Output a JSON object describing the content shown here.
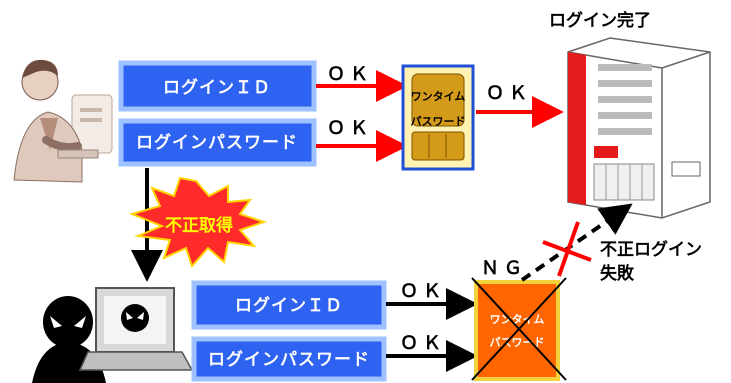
{
  "top": {
    "login_id": "ログインＩＤ",
    "login_password": "ログインパスワード",
    "ok_id": "ＯＫ",
    "ok_password": "ＯＫ",
    "otp_line1": "ワンタイム",
    "otp_line2": "パスワード",
    "ok_otp": "ＯＫ",
    "login_complete": "ログイン完了"
  },
  "theft": {
    "label": "不正取得"
  },
  "bottom": {
    "login_id": "ログインＩＤ",
    "login_password": "ログインパスワード",
    "ok_id": "ＯＫ",
    "ok_password": "ＯＫ",
    "otp_line1": "ワンタイム",
    "otp_line2": "パスワード",
    "ng": "ＮＧ",
    "fail_line1": "不正ログイン",
    "fail_line2": "失敗"
  },
  "colors": {
    "button_blue": "#2e62f0",
    "button_border": "#9ec2ff",
    "ok_arrow": "#ff0000",
    "starburst": "#ff2a2a",
    "starburst_text": "#ffff00",
    "otp_device_bg": "#fff2b3",
    "otp_device_screen": "#d49a1a",
    "otp_bad_bg": "#ff6600",
    "otp_bad_border": "#f5d23b",
    "fail_cross": "#ff0000"
  },
  "icons": {
    "legit_user": "businessman-icon",
    "attacker": "hacker-icon",
    "attacker_pc": "laptop-icon",
    "server": "server-building-icon",
    "otp_token": "otp-token-icon"
  }
}
